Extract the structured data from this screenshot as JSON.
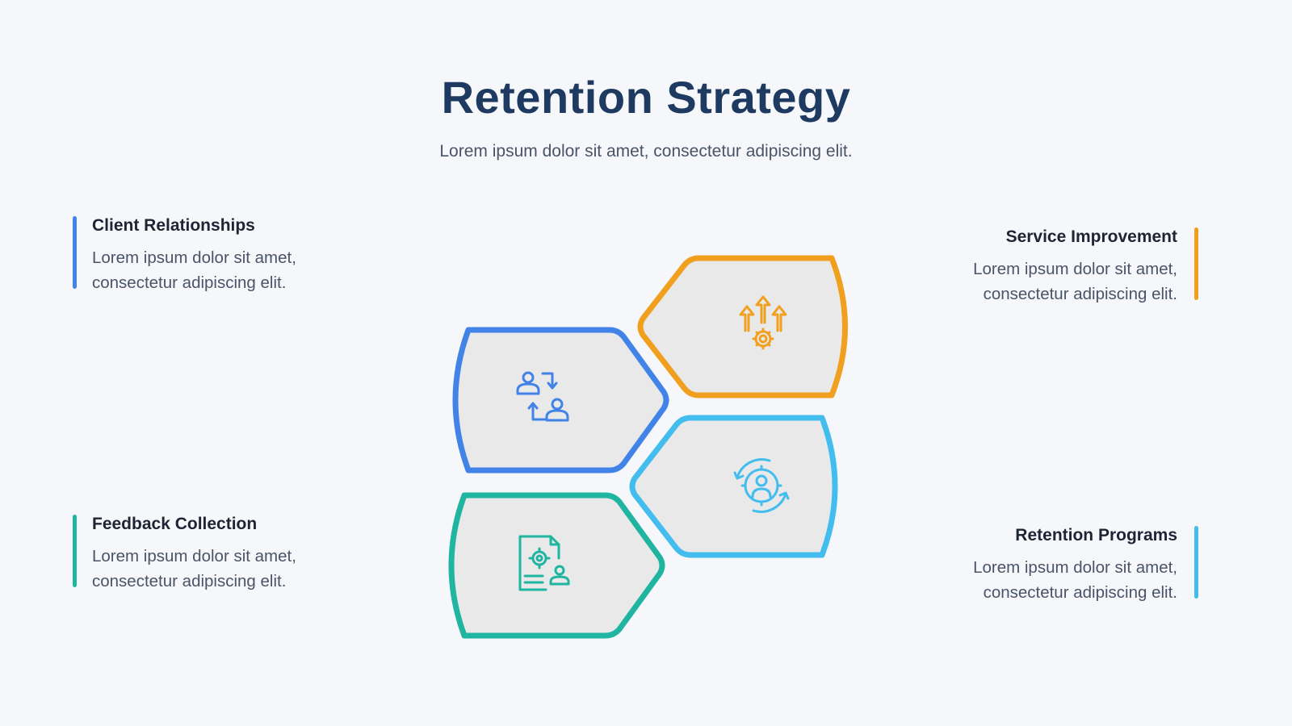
{
  "header": {
    "title": "Retention Strategy",
    "subtitle": "Lorem ipsum dolor sit amet, consectetur adipiscing elit."
  },
  "items": {
    "client_relationships": {
      "title": "Client Relationships",
      "line1": "Lorem ipsum dolor sit amet,",
      "line2": "consectetur adipiscing elit.",
      "color": "#4283e8",
      "icon": "client-exchange-icon"
    },
    "service_improvement": {
      "title": "Service Improvement",
      "line1": "Lorem ipsum dolor sit amet,",
      "line2": "consectetur adipiscing elit.",
      "color": "#f0a01e",
      "icon": "growth-gear-icon"
    },
    "feedback_collection": {
      "title": "Feedback Collection",
      "line1": "Lorem ipsum dolor sit amet,",
      "line2": "consectetur adipiscing elit.",
      "color": "#1fb5a0",
      "icon": "document-gear-user-icon"
    },
    "retention_programs": {
      "title": "Retention Programs",
      "line1": "Lorem ipsum dolor sit amet,",
      "line2": "consectetur adipiscing elit.",
      "color": "#42bdee",
      "icon": "user-gear-cycle-icon"
    }
  },
  "shape_fill": "#e9e9ea"
}
